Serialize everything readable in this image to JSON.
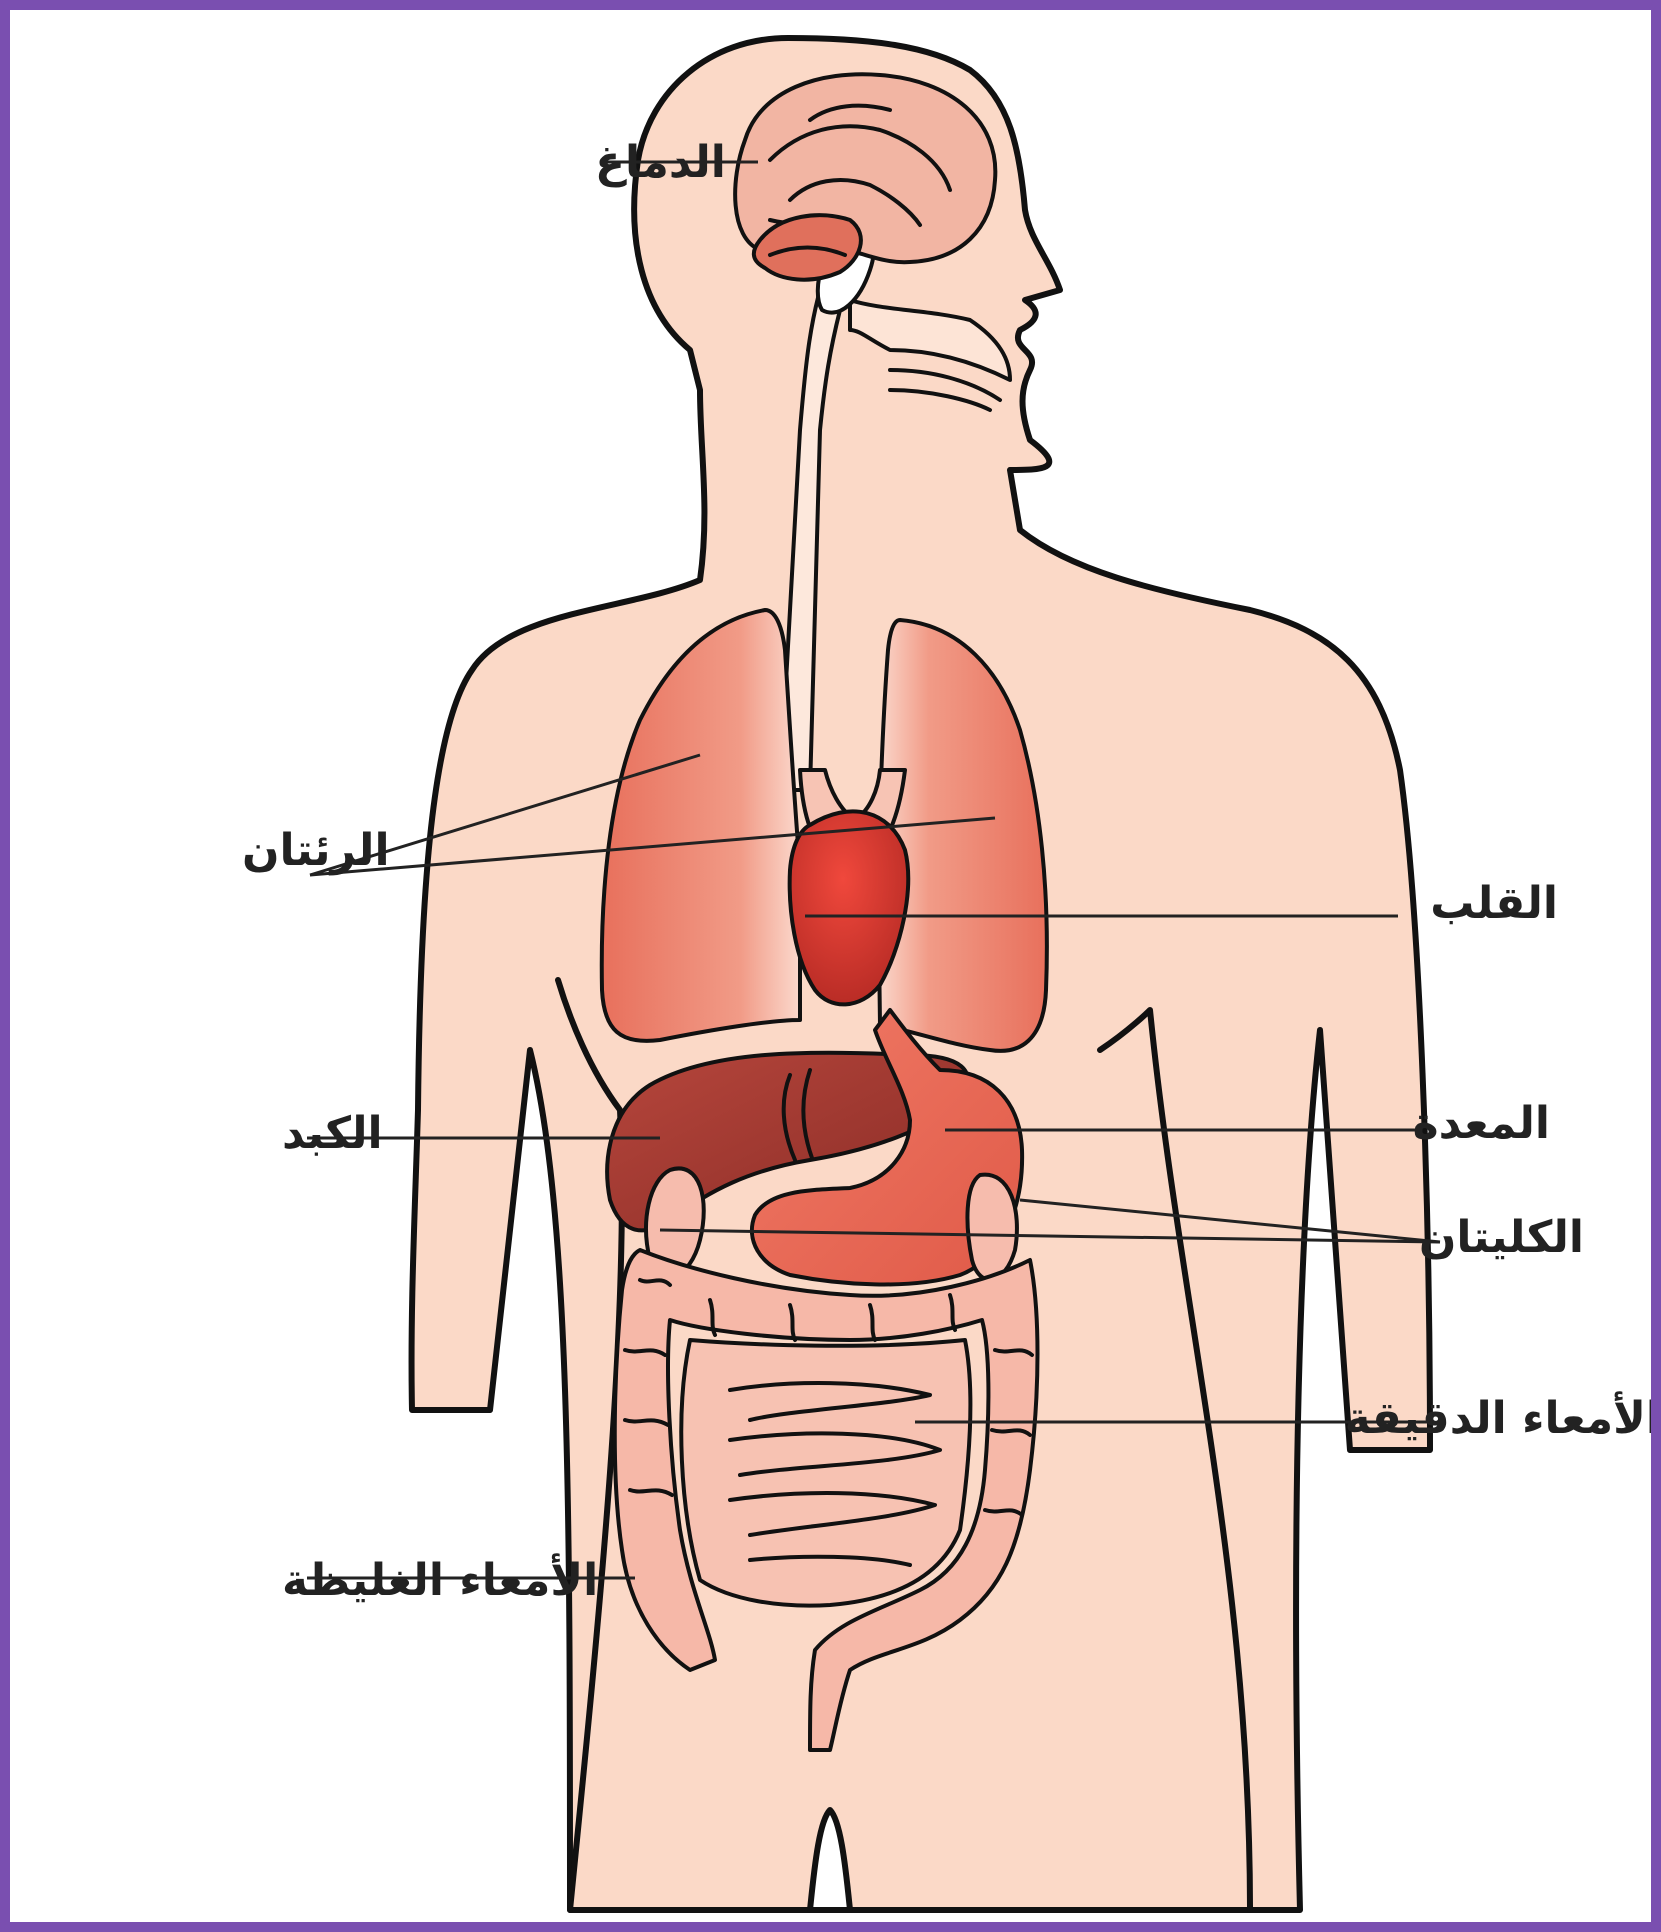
{
  "colors": {
    "frame": "#7a4fb0",
    "skin": "#fbd9c7",
    "organ_light": "#f2a090",
    "organ_mid": "#e86a55",
    "heart": "#e23a30",
    "liver": "#9e3a32",
    "intestine": "#f6b8a8",
    "brain": "#f2b5a3",
    "outline": "#111111"
  },
  "labels": {
    "brain": "الدماغ",
    "lungs": "الرئتان",
    "heart": "القلب",
    "liver": "الكبد",
    "stomach": "المعدة",
    "kidneys": "الكليتان",
    "small_intestine": "الأمعاء الدقيقة",
    "large_intestine": "الأمعاء الغليظة"
  }
}
